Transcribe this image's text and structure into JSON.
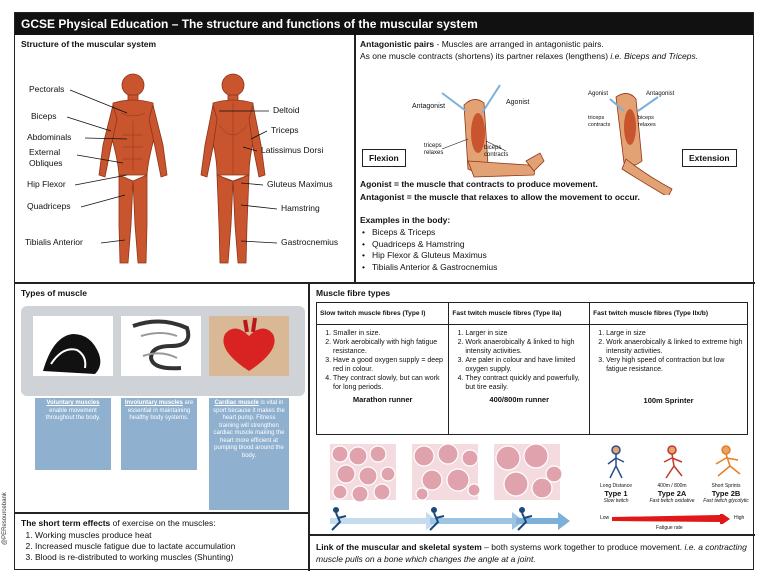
{
  "title": "GCSE Physical Education – The structure and functions of the muscular system",
  "structure": {
    "heading": "Structure of the muscular system",
    "front_labels": [
      "Pectorals",
      "Biceps",
      "Abdominals",
      "External Obliques",
      "Hip Flexor",
      "Quadriceps",
      "Tibialis Anterior"
    ],
    "back_labels": [
      "Deltoid",
      "Triceps",
      "Latissimus Dorsi",
      "Gluteus Maximus",
      "Hamstring",
      "Gastrocnemius"
    ]
  },
  "antagonistic": {
    "heading_bold": "Antagonistic pairs",
    "heading_rest": " - Muscles are arranged in antagonistic pairs.",
    "line2_plain": "As one muscle contracts (shortens) its partner relaxes (lengthens) ",
    "line2_italic": "i.e. Biceps and Triceps.",
    "flexion": "Flexion",
    "extension": "Extension",
    "flex_labels": {
      "antagonist": "Antagonist",
      "agonist": "Agonist",
      "triceps": "triceps relaxes",
      "biceps": "biceps contracts"
    },
    "ext_labels": {
      "agonist": "Agonist",
      "antagonist": "Antagonist",
      "triceps": "triceps contracts",
      "biceps": "biceps relaxes"
    },
    "agonist_def": "Agonist = the muscle that contracts to produce movement.",
    "antagonist_def": "Antagonist = the muscle that relaxes to allow the movement to occur.",
    "examples_heading": "Examples in the body:",
    "examples": [
      "Biceps & Triceps",
      "Quadriceps & Hamstring",
      "Hip Flexor & Gluteus Maximus",
      "Tibialis Anterior & Gastrocnemius"
    ]
  },
  "types": {
    "heading": "Types of muscle",
    "cards": [
      {
        "title": "Voluntary muscles",
        "text": "enable movement throughout the body."
      },
      {
        "title": "Involuntary muscles",
        "text": "are essential in maintaining healthy body systems."
      },
      {
        "title": "Cardiac muscle",
        "text": "is vital in sport because it makes the heart pump. Fitness training will strengthen cardiac muscle making the heart more efficient at pumping blood around the body."
      }
    ]
  },
  "fibres": {
    "heading": "Muscle fibre types",
    "columns": [
      {
        "header": "Slow twitch muscle fibres (Type I)",
        "items": [
          "Smaller in size.",
          "Work aerobically with high fatigue resistance.",
          "Have a good oxygen supply = deep red in colour.",
          "They contract slowly, but can work for long periods."
        ],
        "example": "Marathon runner"
      },
      {
        "header": "Fast twitch muscle fibres (Type IIa)",
        "items": [
          "Larger in size",
          "Work anaerobically & linked to high intensity activities.",
          "Are paler in colour and have limited oxygen supply.",
          "They contract quickly and powerfully, but tire easily."
        ],
        "example": "400/800m runner"
      },
      {
        "header": "Fast twitch muscle fibres (Type IIx/b)",
        "items": [
          "Large in size",
          "Work anaerobically & linked to extreme high intensity activities.",
          "Very high speed of contraction but low fatigue resistance."
        ],
        "example": "100m Sprinter"
      }
    ],
    "runner_types": [
      {
        "top": "Long Distance",
        "type": "Type 1",
        "sub": "Slow twitch"
      },
      {
        "top": "400m / 800m",
        "type": "Type 2A",
        "sub": "Fast twitch oxidative"
      },
      {
        "top": "Short Sprints",
        "type": "Type 2B",
        "sub": "Fast twitch glycolytic"
      }
    ],
    "fatigue": {
      "low": "Low",
      "label": "Fatigue rate",
      "high": "High"
    }
  },
  "short_term": {
    "heading_bold": "The short term effects",
    "heading_rest": " of exercise on the muscles:",
    "items": [
      "Working muscles produce heat",
      "Increased muscle fatigue due to lactate accumulation",
      "Blood is re-distributed to working muscles (Shunting)"
    ]
  },
  "link": {
    "bold": "Link of the muscular and skeletal system",
    "plain": " – both systems work together to produce movement. ",
    "italic": "i.e. a contracting muscle pulls on a bone which changes the angle at a joint."
  },
  "credit": "@PEResourcebank",
  "colors": {
    "muscle": "#c8552e",
    "muscle_dark": "#8e3418",
    "card": "#8fb0cf",
    "fibre_red": "#e0a3ad",
    "arrow_blue": "#7db0d8",
    "fatigue_red": "#e01818"
  }
}
